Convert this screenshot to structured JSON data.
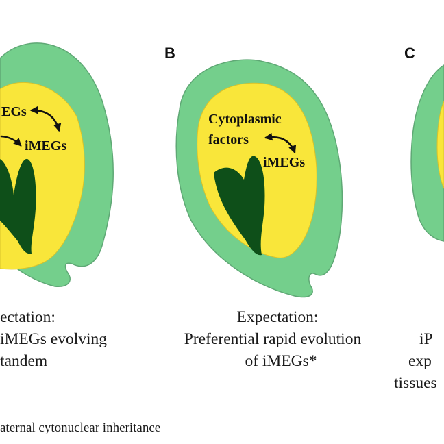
{
  "colors": {
    "seed_coat": "#74cf8c",
    "seed_coat_edge": "#5fa875",
    "endosperm": "#f9e63a",
    "embryo": "#0e4f19",
    "text": "#111111"
  },
  "panels": {
    "a": {
      "labels": [
        "EGs",
        "iMEGs"
      ],
      "caption": [
        "ectation:",
        "iMEGs evolving",
        "tandem"
      ]
    },
    "b": {
      "letter": "B",
      "labels": [
        "Cytoplasmic",
        "factors",
        "iMEGs"
      ],
      "caption": [
        "Expectation:",
        "Preferential rapid evolution",
        "of iMEGs*"
      ]
    },
    "c": {
      "letter": "C",
      "caption": [
        "iP",
        "exp",
        "tissues"
      ]
    }
  },
  "footnote": "aternal cytonuclear inheritance"
}
